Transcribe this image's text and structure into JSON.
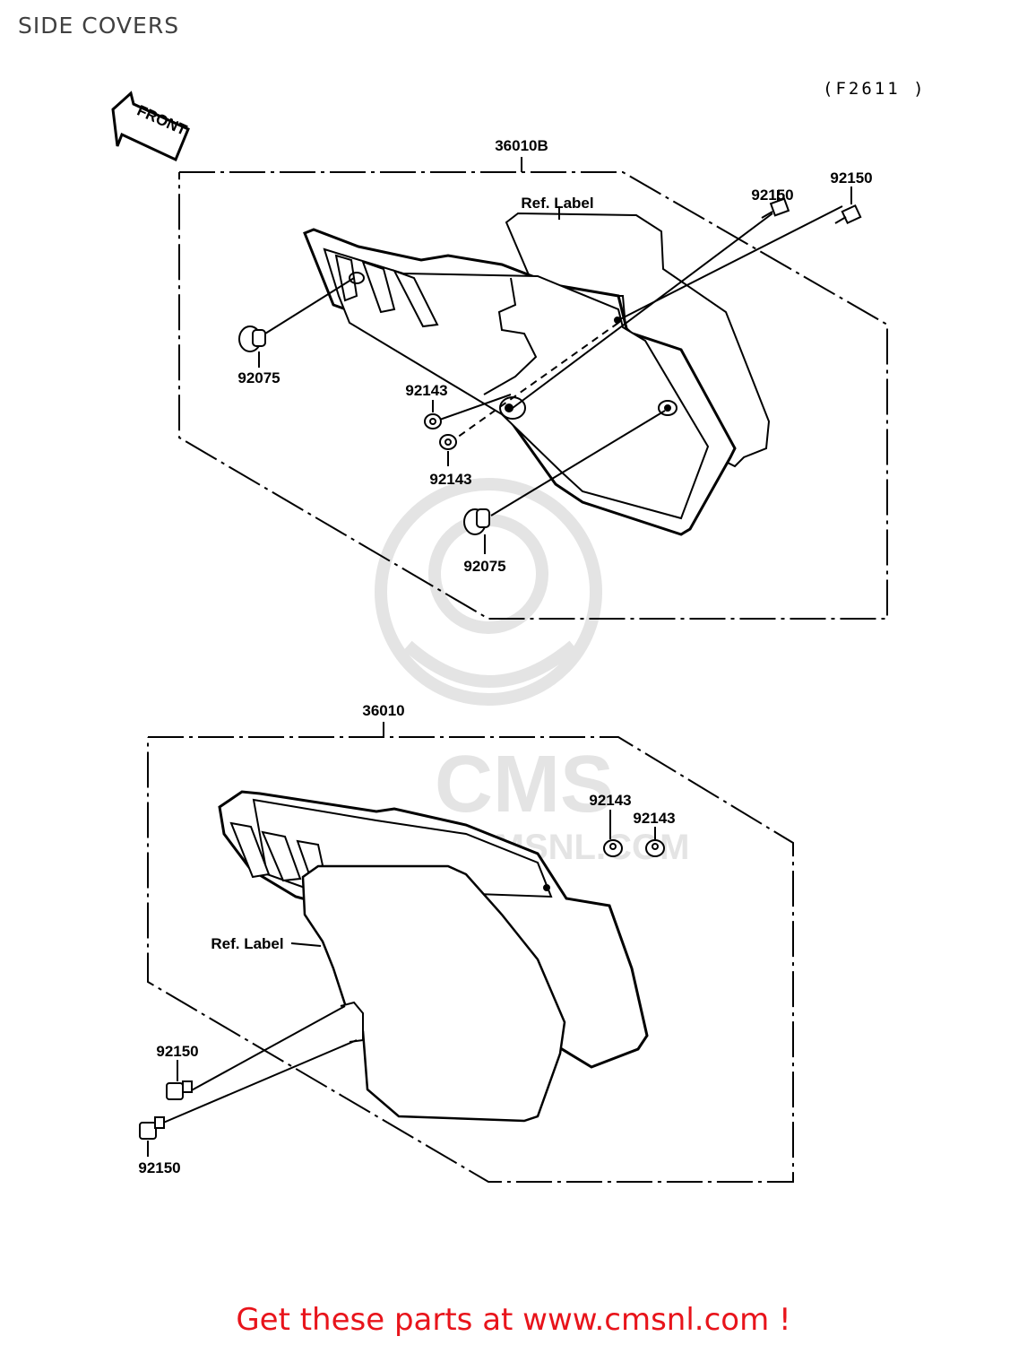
{
  "page_title": "SIDE COVERS",
  "figure_code": "(F2611 )",
  "front_arrow_label": "FRONT",
  "watermark": {
    "brand": "CMS",
    "url": "WWW.CMSNL.COM"
  },
  "footer": {
    "text": "Get these parts at www.cmsnl.com !"
  },
  "colors": {
    "footer_text": "#e8141b",
    "watermark": "#e4e4e4",
    "line": "#000000"
  },
  "assemblies": [
    {
      "part_number": "36010B",
      "ref_label": "Ref. Label",
      "callouts": [
        "92150",
        "92150",
        "92075",
        "92143",
        "92143",
        "92075"
      ]
    },
    {
      "part_number": "36010",
      "ref_label": "Ref. Label",
      "callouts": [
        "92143",
        "92143",
        "92150",
        "92150"
      ]
    }
  ]
}
